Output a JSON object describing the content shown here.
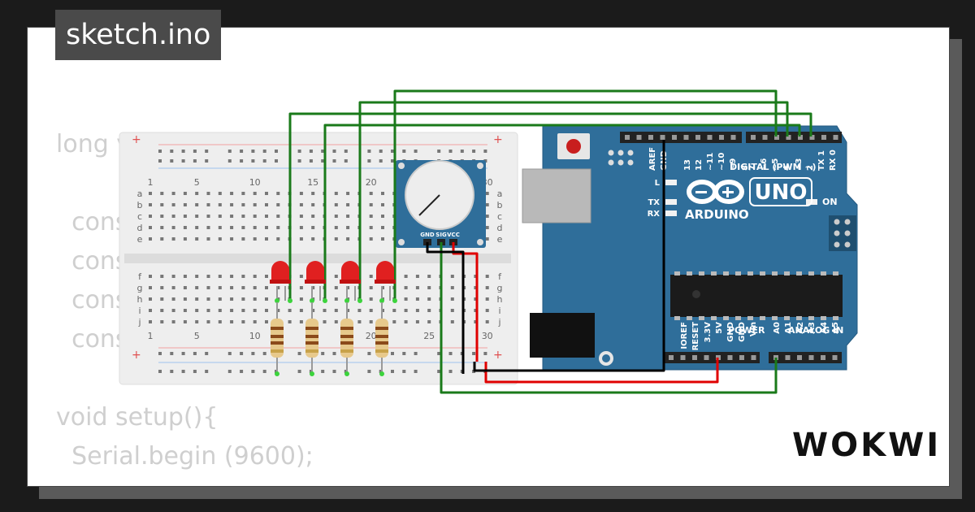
{
  "app": {
    "title": "sketch.ino",
    "logo": "WOKWI"
  },
  "code_lines": [
    "long v",
    "",
    "  cons",
    "  cons",
    "  cons",
    "  cons",
    "",
    "void setup(){",
    "  Serial.begin (9600);"
  ],
  "breadboard": {
    "column_labels": [
      "1",
      "5",
      "10",
      "15",
      "20",
      "25",
      "30"
    ],
    "row_labels_top": [
      "a",
      "b",
      "c",
      "d",
      "e"
    ],
    "row_labels_bottom": [
      "f",
      "g",
      "h",
      "i",
      "j"
    ]
  },
  "potentiometer": {
    "pins": [
      "GND",
      "SIG",
      "VCC"
    ]
  },
  "arduino": {
    "brand": "ARDUINO",
    "model": "UNO",
    "digital_label": "DIGITAL (PWM ~)",
    "on_label": "ON",
    "power_label": "POWER",
    "analog_label": "ANALOG IN",
    "led_labels": [
      "L",
      "TX",
      "RX"
    ],
    "top_pins": [
      "AREF",
      "GND",
      "13",
      "12",
      "~11",
      "~10",
      "~9",
      "8",
      "7",
      "~6",
      "~5",
      "4",
      "~3",
      "2",
      "TX 1",
      "RX 0"
    ],
    "bottom_power_pins": [
      "IOREF",
      "RESET",
      "3.3V",
      "5V",
      "GND",
      "GND",
      "Vin"
    ],
    "bottom_analog_pins": [
      "A0",
      "A1",
      "A2",
      "A3",
      "A4",
      "A5"
    ]
  },
  "colors": {
    "board_blue": "#2f6e9a",
    "wire_green": "#1a7a1a",
    "wire_red": "#e00000",
    "wire_black": "#000000",
    "led_red": "#e02020"
  }
}
